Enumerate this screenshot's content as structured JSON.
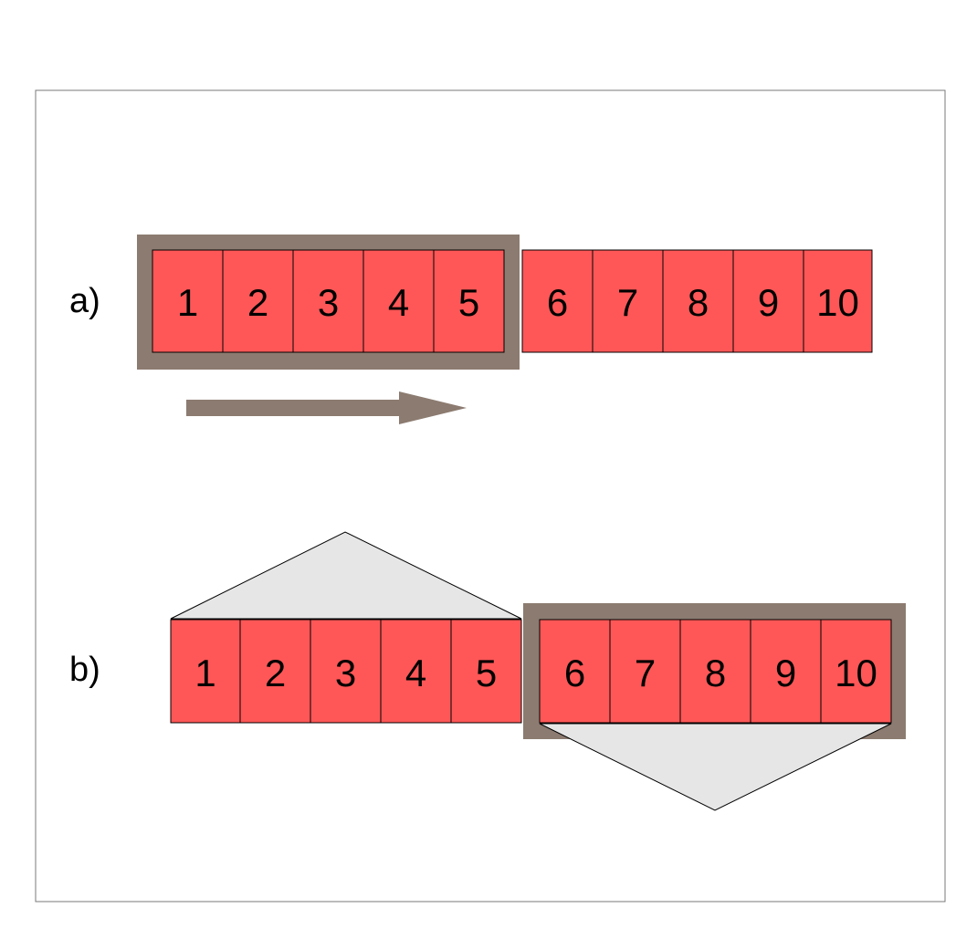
{
  "panel_a": {
    "label": "a)",
    "cells": [
      "1",
      "2",
      "3",
      "4",
      "5",
      "6",
      "7",
      "8",
      "9",
      "10"
    ]
  },
  "panel_b": {
    "label": "b)",
    "cells": [
      "1",
      "2",
      "3",
      "4",
      "5",
      "6",
      "7",
      "8",
      "9",
      "10"
    ]
  },
  "colors": {
    "cell_fill": "#ff5757",
    "window_frame": "#8c7b70",
    "arrow": "#8c7b70",
    "triangle_fill": "#e6e6e6",
    "outline": "#000000"
  }
}
